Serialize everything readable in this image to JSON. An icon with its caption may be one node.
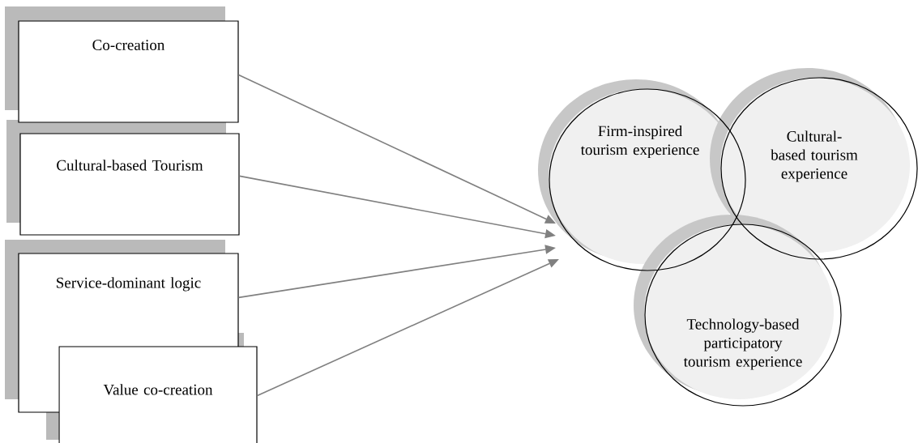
{
  "diagram": {
    "nodes": [
      {
        "text": [
          "Co-creation"
        ]
      },
      {
        "text": [
          "Cultural-based Tourism"
        ]
      },
      {
        "text": [
          "Service-dominant logic"
        ]
      },
      {
        "text": [
          "Value co-creation"
        ]
      },
      {
        "text": [
          "Firm-inspired tourism experience"
        ]
      },
      {
        "text": [
          "Cultural-based tourism experience"
        ]
      },
      {
        "text": [
          "Technology-based participatory tourism experience"
        ]
      }
    ],
    "edges": [
      {
        "from": 0,
        "to": 4,
        "arrow": "to"
      },
      {
        "from": 1,
        "to": 4,
        "arrow": "to"
      },
      {
        "from": 2,
        "to": 4,
        "arrow": "to"
      },
      {
        "from": 3,
        "to": 4,
        "arrow": "to"
      }
    ]
  }
}
